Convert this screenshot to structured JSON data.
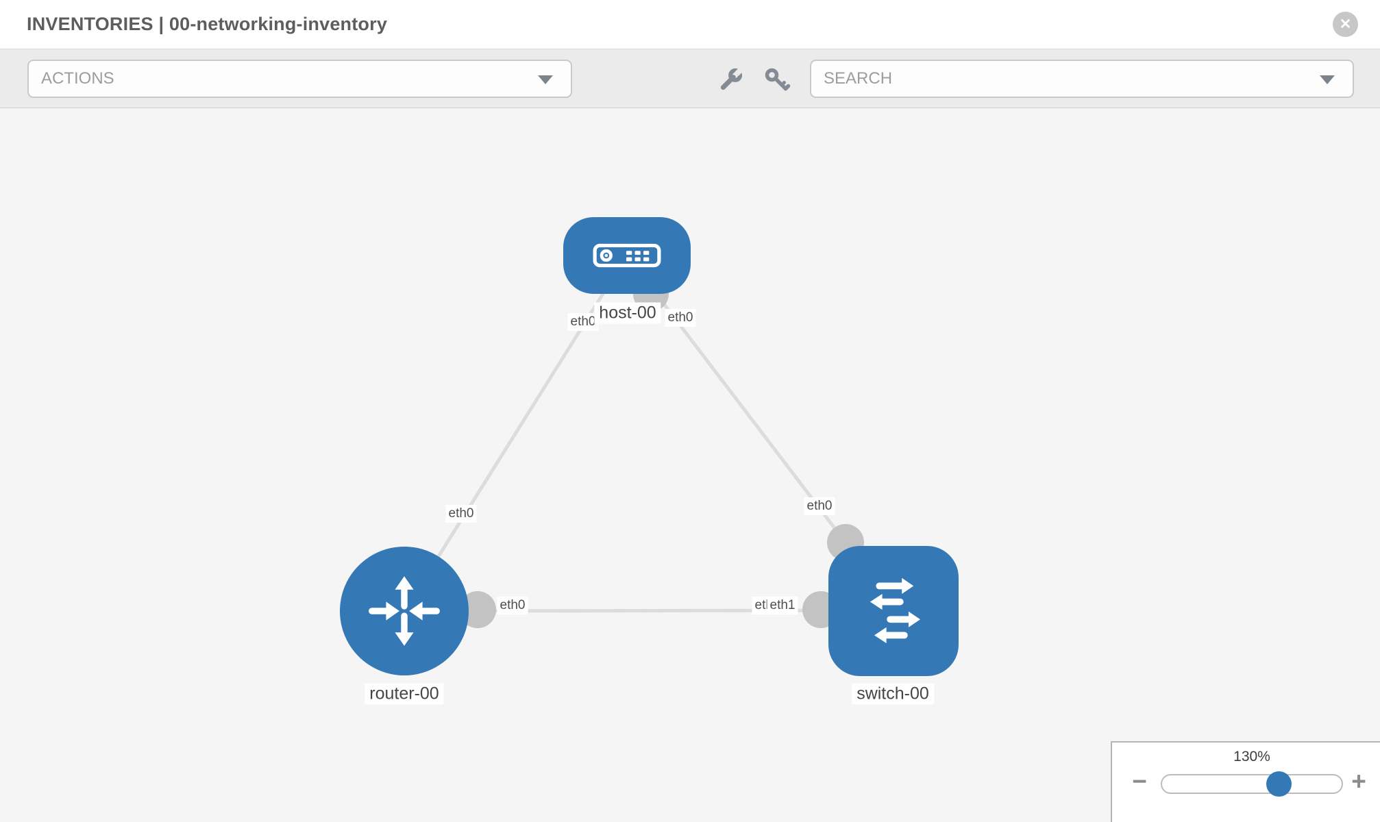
{
  "header": {
    "title": "INVENTORIES | 00-networking-inventory"
  },
  "toolbar": {
    "actions_label": "ACTIONS",
    "search_placeholder": "SEARCH"
  },
  "icons": {
    "close_glyph": "✕",
    "zoom_out_glyph": "−",
    "zoom_in_glyph": "+"
  },
  "colors": {
    "node_blue": "#3478b6",
    "port_gray": "#c3c3c3",
    "link_gray": "#dcdcdc",
    "canvas_bg": "#f5f5f6",
    "toolbar_bg": "#ebebeb"
  },
  "topology": {
    "nodes": [
      {
        "label": "host-00",
        "type": "host"
      },
      {
        "label": "router-00",
        "type": "router"
      },
      {
        "label": "switch-00",
        "type": "switch"
      }
    ],
    "links": [
      {
        "from": "host-00",
        "to": "router-00"
      },
      {
        "from": "host-00",
        "to": "switch-00"
      },
      {
        "from": "router-00",
        "to": "switch-00"
      }
    ],
    "interface_chips": [
      {
        "text": "eth0",
        "link": "host-00-router-00",
        "near": "host-00"
      },
      {
        "text": "eth0",
        "link": "host-00-switch-00",
        "near": "host-00"
      },
      {
        "text": "eth0",
        "link": "host-00-router-00",
        "near": "router-00"
      },
      {
        "text": "eth0",
        "link": "host-00-switch-00",
        "near": "switch-00"
      },
      {
        "text": "eth0",
        "link": "router-00-switch-00",
        "near": "router-00"
      },
      {
        "text": "eth0",
        "link": "router-00-switch-00",
        "near": "switch-00"
      },
      {
        "text": "eth1",
        "link": "router-00-switch-00",
        "near": "switch-00"
      }
    ]
  },
  "zoom_control": {
    "level": "130%"
  }
}
